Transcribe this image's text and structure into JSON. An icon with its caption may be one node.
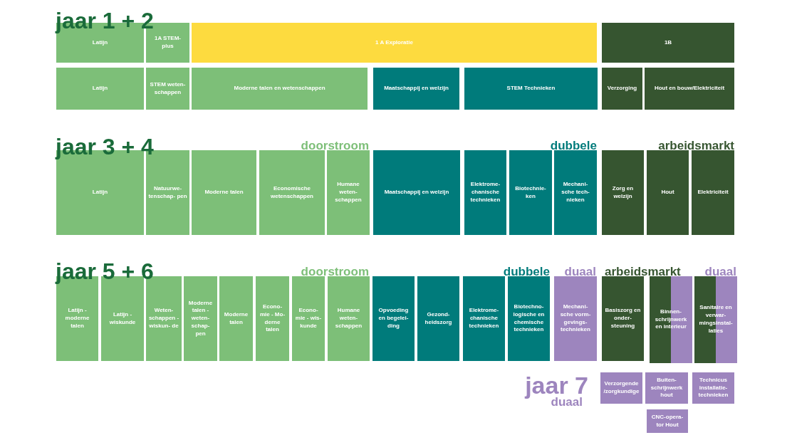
{
  "diagram": {
    "nodes": [
      {
        "text": [
          "Latijn"
        ]
      },
      {
        "text": [
          "1A STEM- plus"
        ]
      },
      {
        "text": [
          "1 A Exploratie"
        ]
      },
      {
        "text": [
          "1B"
        ]
      },
      {
        "text": [
          "Latijn"
        ]
      },
      {
        "text": [
          "STEM weten- schappen"
        ]
      },
      {
        "text": [
          "Moderne talen en wetenschappen"
        ]
      },
      {
        "text": [
          "Maatschappij en welzijn"
        ]
      },
      {
        "text": [
          "STEM Technieken"
        ]
      },
      {
        "text": [
          "Verzorging"
        ]
      },
      {
        "text": [
          "Hout en bouw/Elektriciteit"
        ]
      },
      {
        "text": [
          "Latijn"
        ]
      },
      {
        "text": [
          "Natuurwe- tenschap- pen"
        ]
      },
      {
        "text": [
          "Moderne talen"
        ]
      },
      {
        "text": [
          "Economische wetenschappen"
        ]
      },
      {
        "text": [
          "Humane weten- schappen"
        ]
      },
      {
        "text": [
          "Maatschappij en welzijn"
        ]
      },
      {
        "text": [
          "Elektrome- chanische technieken"
        ]
      },
      {
        "text": [
          "Biotechnie- ken"
        ]
      },
      {
        "text": [
          "Mechani- sche tech- nieken"
        ]
      },
      {
        "text": [
          "Zorg en welzijn"
        ]
      },
      {
        "text": [
          "Hout"
        ]
      },
      {
        "text": [
          "Elektriciteit"
        ]
      },
      {
        "text": [
          "Latijn - moderne talen"
        ]
      },
      {
        "text": [
          "Latijn - wiskunde"
        ]
      },
      {
        "text": [
          "Weten- schappen - wiskun- de"
        ]
      },
      {
        "text": [
          "Moderne talen - weten- schap- pen"
        ]
      },
      {
        "text": [
          "Moderne talen"
        ]
      },
      {
        "text": [
          "Econo- mie - Mo- derne talen"
        ]
      },
      {
        "text": [
          "Econo- mie - wis- kunde"
        ]
      },
      {
        "text": [
          "Humane weten- schappen"
        ]
      },
      {
        "text": [
          "Opvoeding en begelei- ding"
        ]
      },
      {
        "text": [
          "Gezond- heidszorg"
        ]
      },
      {
        "text": [
          "Elektrome- chanische technieken"
        ]
      },
      {
        "text": [
          "Biotechno- logische en chemische technieken"
        ]
      },
      {
        "text": [
          "Mechani- sche vorm- gevings- technieken"
        ]
      },
      {
        "text": [
          "Basiszorg en onder- steuning"
        ]
      },
      {
        "text": [
          "Binnen- schrijnwerk en interieur"
        ]
      },
      {
        "text": [
          "Sanitaire en verwar- mingsinstal- laties"
        ]
      },
      {
        "text": [
          "Verzorgende /zorgkundige"
        ]
      },
      {
        "text": [
          "Buiten- schrijnwerk hout"
        ]
      },
      {
        "text": [
          "Technicus installatie- technieken"
        ]
      },
      {
        "text": [
          "CNC-opera- tor Hout"
        ]
      }
    ],
    "labels": [
      "jaar 1 + 2",
      "jaar 3 + 4",
      "doorstroom",
      "dubbele",
      "arbeidsmarkt",
      "jaar 5 + 6",
      "doorstroom",
      "dubbele",
      "duaal",
      "arbeidsmarkt",
      "duaal",
      "jaar 7",
      "duaal"
    ]
  }
}
